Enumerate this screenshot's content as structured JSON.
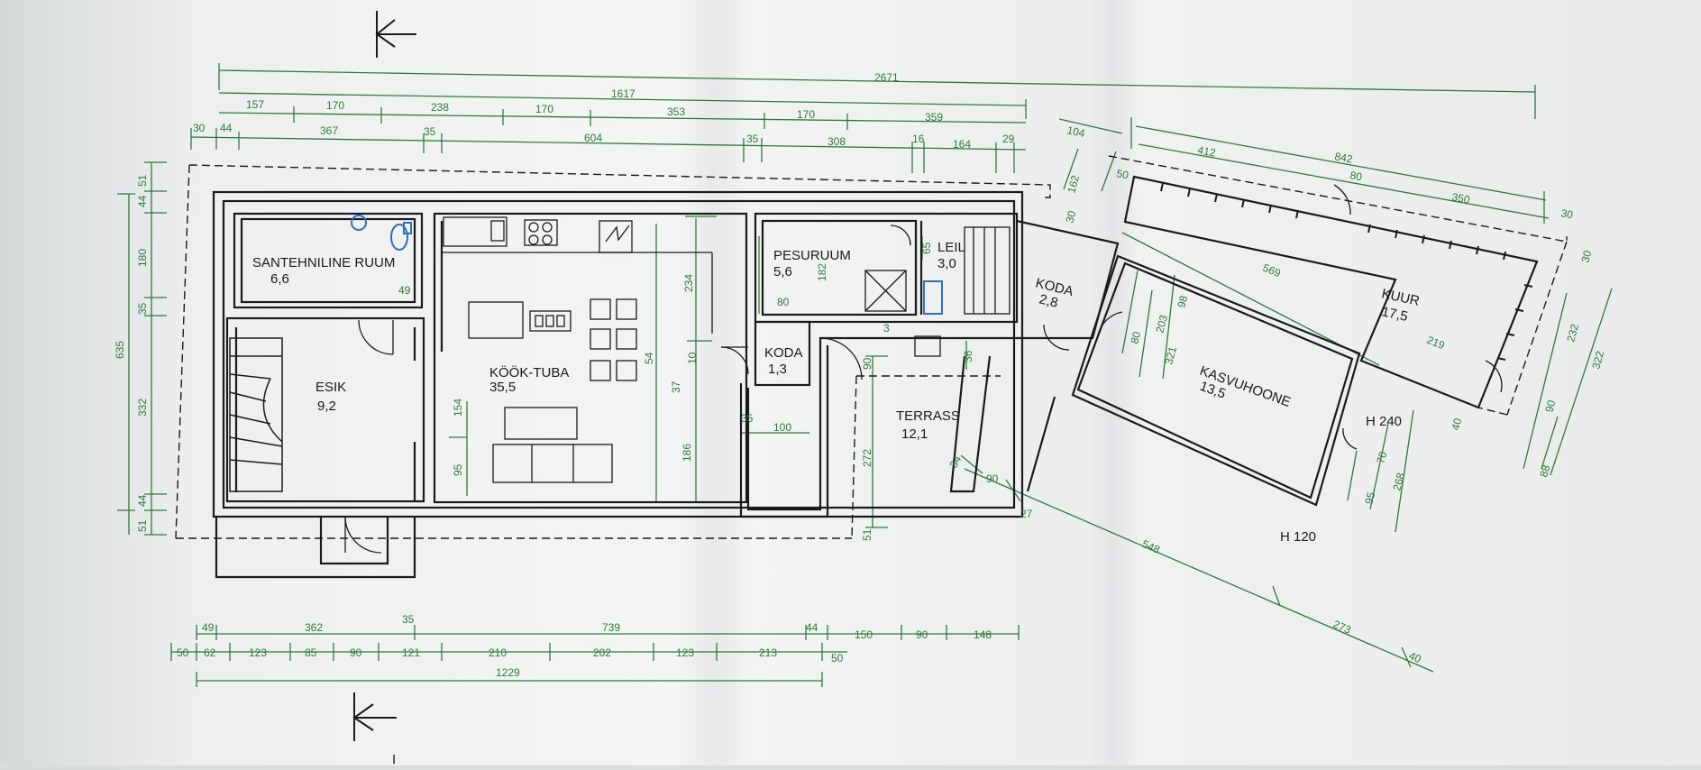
{
  "rooms": [
    {
      "name": "SANTEHNILINE RUUM",
      "area": "6,6"
    },
    {
      "name": "ESIK",
      "area": "9,2"
    },
    {
      "name": "KÖÖK-TUBA",
      "area": "35,5"
    },
    {
      "name": "PESURUUM",
      "area": "5,6"
    },
    {
      "name": "LEIL",
      "area": "3,0"
    },
    {
      "name": "KODA",
      "area": "1,3"
    },
    {
      "name": "KODA",
      "area": "2,8"
    },
    {
      "name": "TERRASS",
      "area": "12,1"
    },
    {
      "name": "KASVUHOONE",
      "area": "13,5"
    },
    {
      "name": "KUUR",
      "area": "17,5"
    }
  ],
  "notes": {
    "h240": "H 240",
    "h120": "H 120"
  },
  "section_mark": "I",
  "dims": {
    "top_total": "2671",
    "top_sub": "1617",
    "top_row1": [
      "157",
      "170",
      "238",
      "170",
      "353",
      "170",
      "359"
    ],
    "top_row2": [
      "30",
      "44",
      "367",
      "35",
      "604",
      "35",
      "308",
      "16",
      "164",
      "29"
    ],
    "shed_row": [
      "104",
      "412",
      "842",
      "50",
      "80",
      "350",
      "30",
      "162",
      "30"
    ],
    "left_col": [
      "51",
      "44",
      "180",
      "35",
      "332",
      "44",
      "51",
      "635"
    ],
    "inner_v": [
      "49",
      "234",
      "182",
      "65",
      "80",
      "54",
      "10",
      "37",
      "186",
      "154",
      "95",
      "35",
      "100",
      "3",
      "36",
      "90",
      "272",
      "51"
    ],
    "green_v": [
      "98",
      "203",
      "80",
      "321",
      "569",
      "219",
      "40",
      "70",
      "268",
      "95"
    ],
    "right_col": [
      "30",
      "232",
      "322",
      "90",
      "88"
    ],
    "diag": [
      "34",
      "90",
      "27",
      "548",
      "273",
      "40"
    ],
    "bottom_row1": [
      "49",
      "362",
      "35",
      "739",
      "44",
      "150",
      "90",
      "148"
    ],
    "bottom_row2": [
      "50",
      "62",
      "123",
      "85",
      "90",
      "121",
      "210",
      "202",
      "123",
      "213",
      "50"
    ],
    "bottom_total": "1229"
  },
  "colors": {
    "dimension_green": "#2f7a3a",
    "wall_black": "#1a1a1a",
    "paper": "#f0f1f1",
    "blue_fixture": "#2d6fc4"
  }
}
